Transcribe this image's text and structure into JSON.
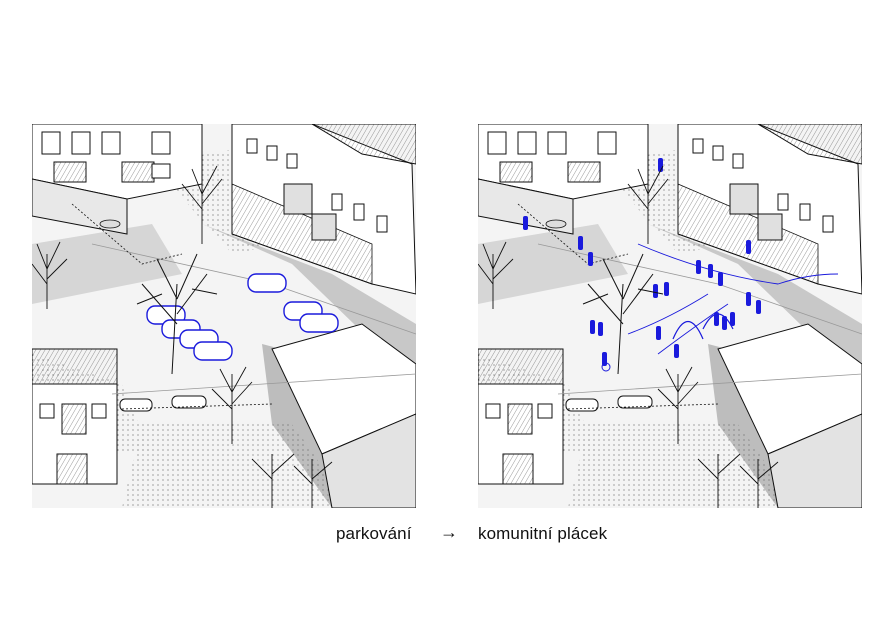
{
  "captions": {
    "before": "parkování",
    "arrow": "→",
    "after": "komunitní plácek"
  },
  "colors": {
    "accent": "#1a1adc",
    "shadow": "#bdbdbd",
    "roof": "#d9d9d9",
    "line": "#111111"
  },
  "panels": {
    "before": {
      "theme": "parking",
      "highlight": "cars"
    },
    "after": {
      "theme": "community-square",
      "highlight": "people"
    }
  }
}
